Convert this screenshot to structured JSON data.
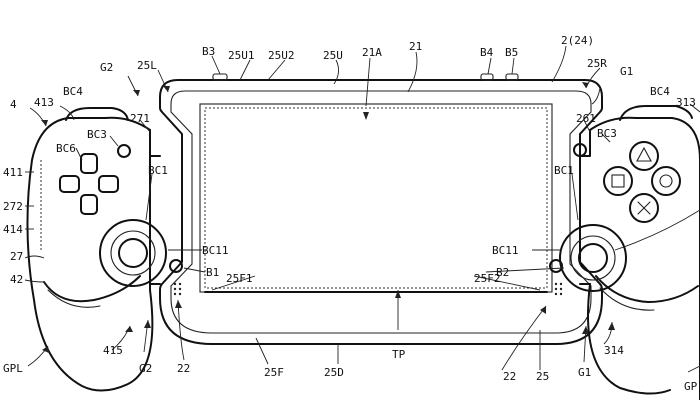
{
  "labels": {
    "B3": "B3",
    "U1_25": "25U1",
    "U2_25": "25U2",
    "U_25": "25U",
    "A21": "21A",
    "L21": "21",
    "B4": "B4",
    "B5": "B5",
    "L2_24": "2(24)",
    "G2_top": "G2",
    "L25L": "25L",
    "L25R": "25R",
    "G1_top": "G1",
    "L4": "4",
    "L413": "413",
    "BC4_left": "BC4",
    "BC4_right": "BC4",
    "L313": "313",
    "L271": "271",
    "L261": "261",
    "BC3_left": "BC3",
    "BC3_right": "BC3",
    "BC6": "BC6",
    "L411": "411",
    "L272": "272",
    "L414": "414",
    "L27": "27",
    "L42": "42",
    "BC1_left": "BC1",
    "BC1_right": "BC1",
    "BC11_left": "BC11",
    "BC11_right": "BC11",
    "B1": "B1",
    "B2": "B2",
    "F1_25": "25F1",
    "F2_25": "25F2",
    "L415": "415",
    "L314": "314",
    "GPL": "GPL",
    "GP_right": "GP",
    "G2_bottom": "G2",
    "L22_left": "22",
    "L22_right": "22",
    "L25F": "25F",
    "L25D": "25D",
    "TP": "TP",
    "L25": "25",
    "G1_bottom": "G1"
  }
}
